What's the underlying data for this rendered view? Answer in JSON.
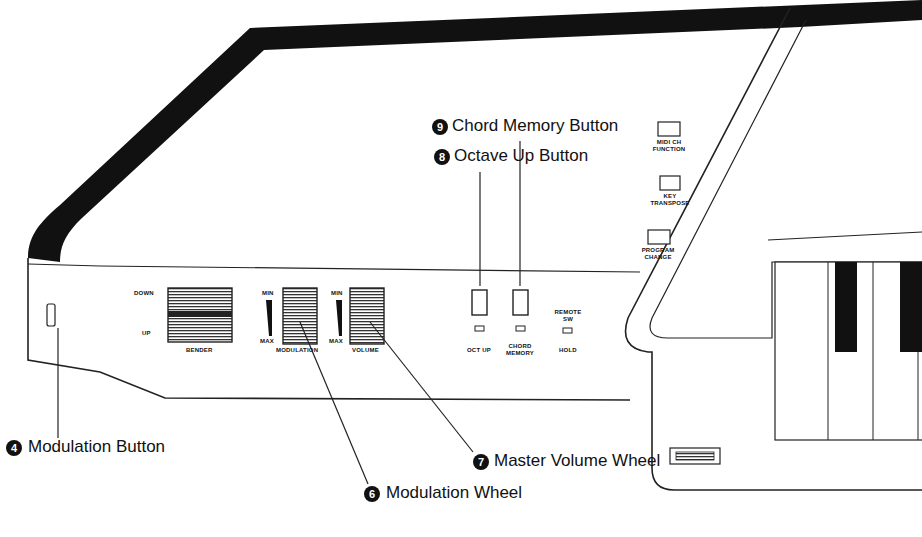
{
  "diagram": {
    "labels": [
      "9",
      "Chord Memory Button",
      "8",
      "Octave Up Button",
      "MIDI CH FUNCTION",
      "KEY TRANSPOSE",
      "PROGRAM CHANGE",
      "DOWN",
      "UP",
      "BENDER",
      "MIN",
      "MAX",
      "MODULATION",
      "MIN",
      "MAX",
      "VOLUME",
      "OCT UP",
      "CHORD MEMORY",
      "REMOTE SW",
      "HOLD",
      "4",
      "Modulation Button",
      "7",
      "Master Volume Wheel",
      "6",
      "Modulation Wheel"
    ]
  }
}
